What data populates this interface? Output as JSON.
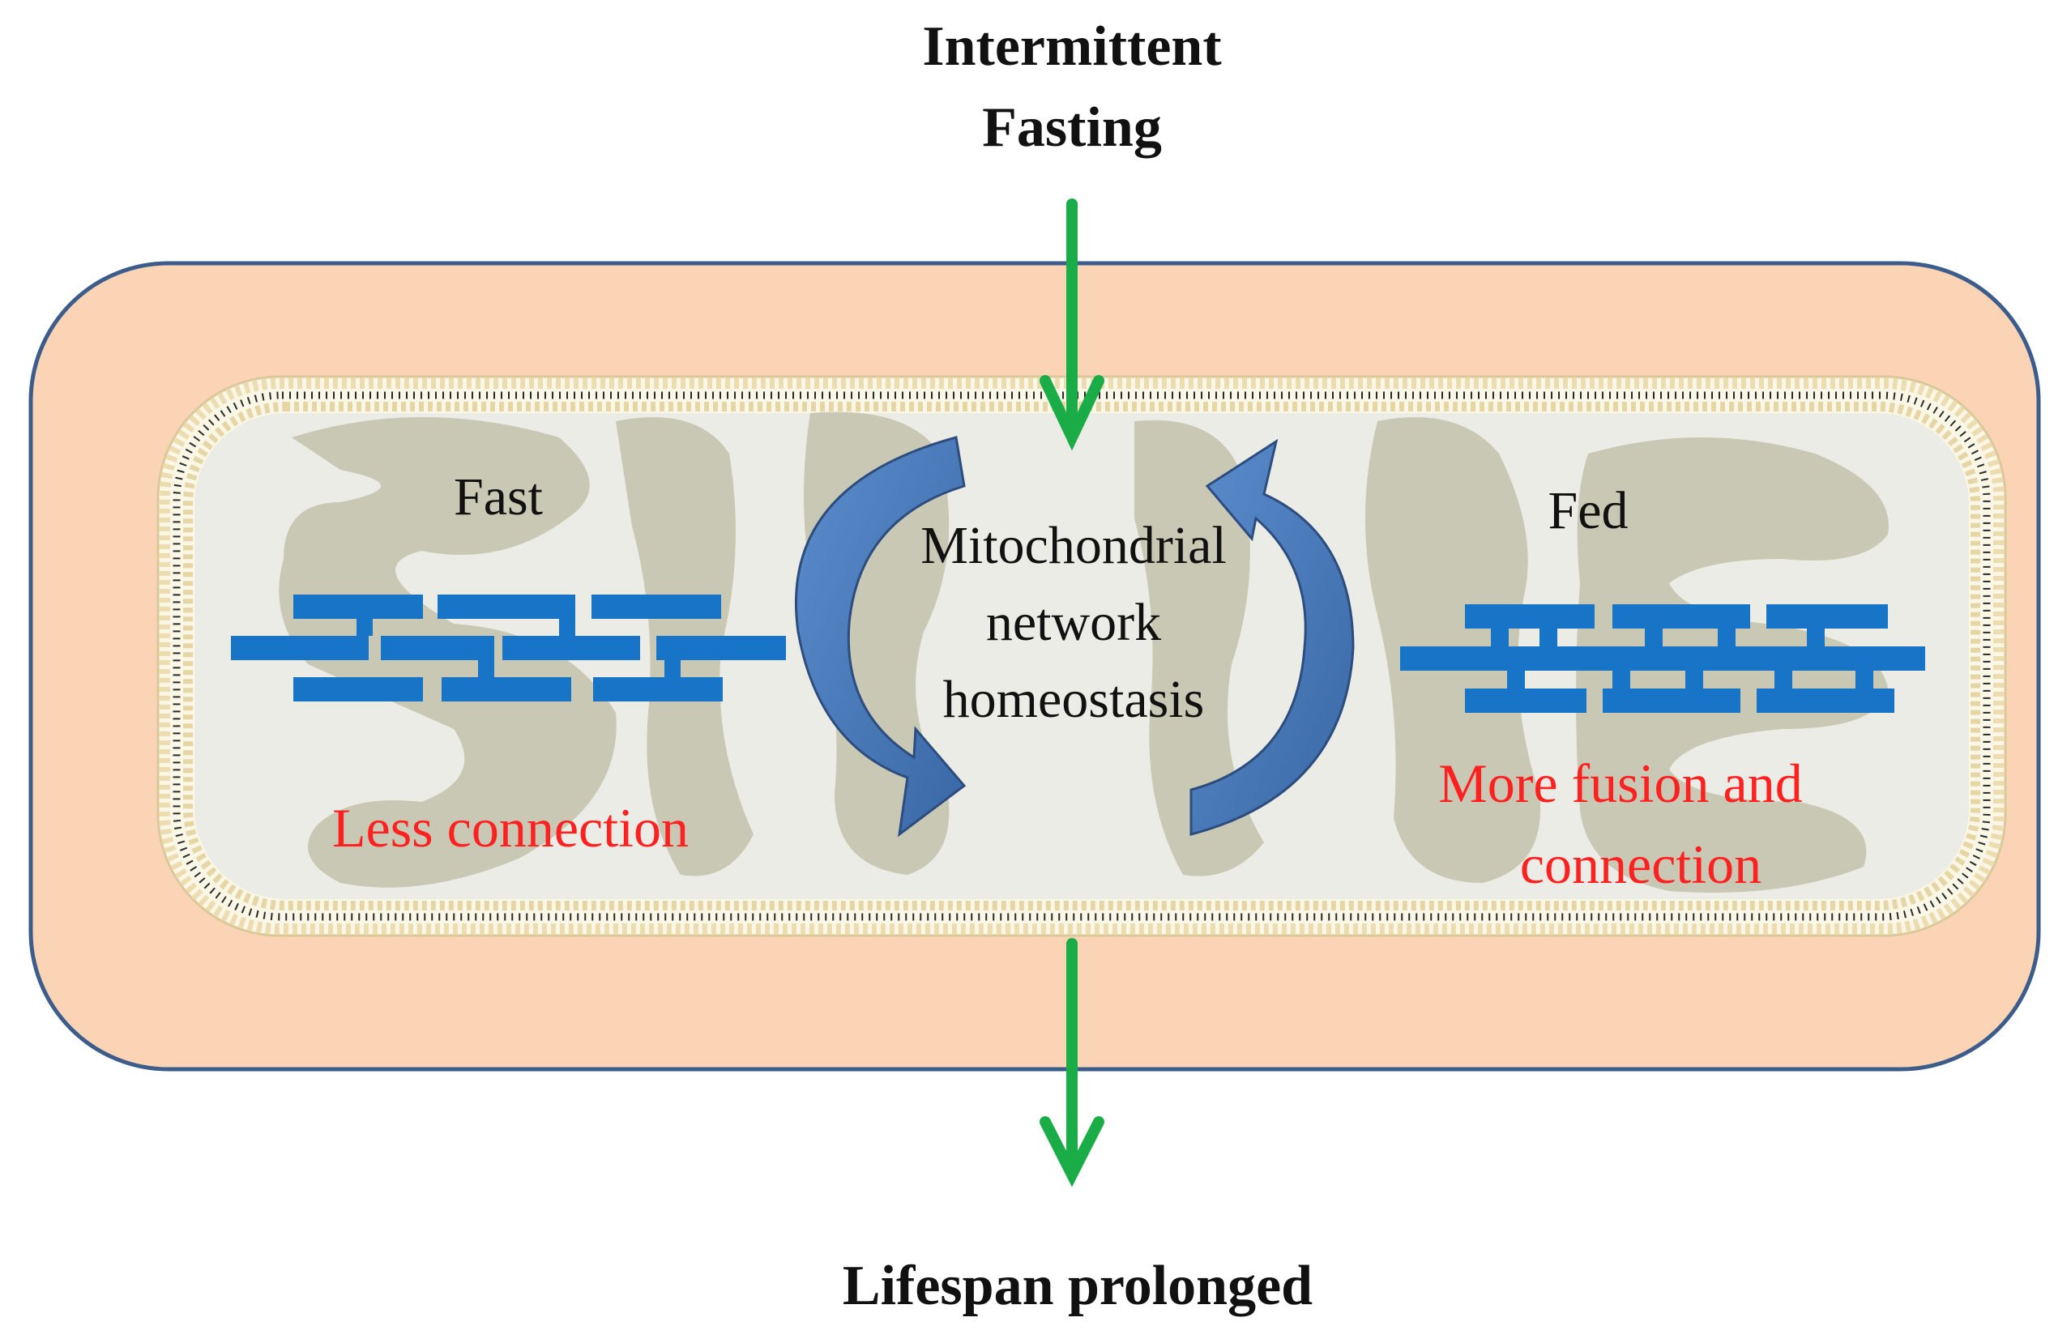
{
  "labels": {
    "input_line1": "Intermittent",
    "input_line2": "Fasting",
    "fast": "Fast",
    "fed": "Fed",
    "center_line1": "Mitochondrial",
    "center_line2": "network",
    "center_line3": "homeostasis",
    "fast_effect": "Less connection",
    "fed_effect_line1": "More fusion and",
    "fed_effect_line2": "connection",
    "output": "Lifespan prolonged"
  },
  "colors": {
    "arrow_green": "#1aac46",
    "network_blue": "#1874c6",
    "effect_red": "#ff2020",
    "cell_fill": "#fad4b4",
    "cell_border": "#3c5d8c",
    "mito_inner": "#ecece6",
    "cristae": "#c8c8b4",
    "cycle_arrow": "#4f7fbe"
  }
}
